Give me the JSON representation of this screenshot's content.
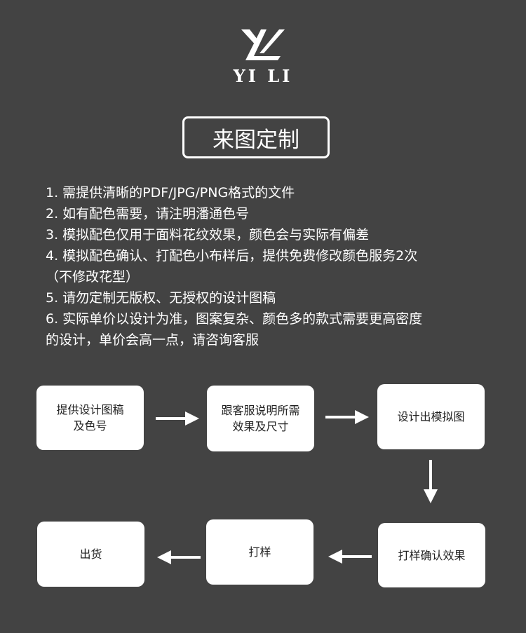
{
  "brand": {
    "logo_letters": "YL",
    "name": "YI LI"
  },
  "title": "来图定制",
  "notes": [
    "1. 需提供清晰的PDF/JPG/PNG格式的文件",
    "2. 如有配色需要，请注明潘通色号",
    "3. 模拟配色仅用于面料花纹效果，颜色会与实际有偏差",
    "4. 模拟配色确认、打配色小布样后，提供免费修改颜色服务2次",
    "（不修改花型）",
    "5. 请勿定制无版权、无授权的设计图稿",
    "6. 实际单价以设计为准，图案复杂、颜色多的款式需要更高密度",
    "的设计，单价会高一点，请咨询客服"
  ],
  "flow": {
    "step1_line1": "提供设计图稿",
    "step1_line2": "及色号",
    "step2_line1": "跟客服说明所需",
    "step2_line2": "效果及尺寸",
    "step3": "设计出模拟图",
    "step4": "打样确认效果",
    "step5": "打样",
    "step6": "出货"
  },
  "colors": {
    "background": "#434343",
    "foreground": "#ffffff",
    "box_text": "#222222"
  }
}
